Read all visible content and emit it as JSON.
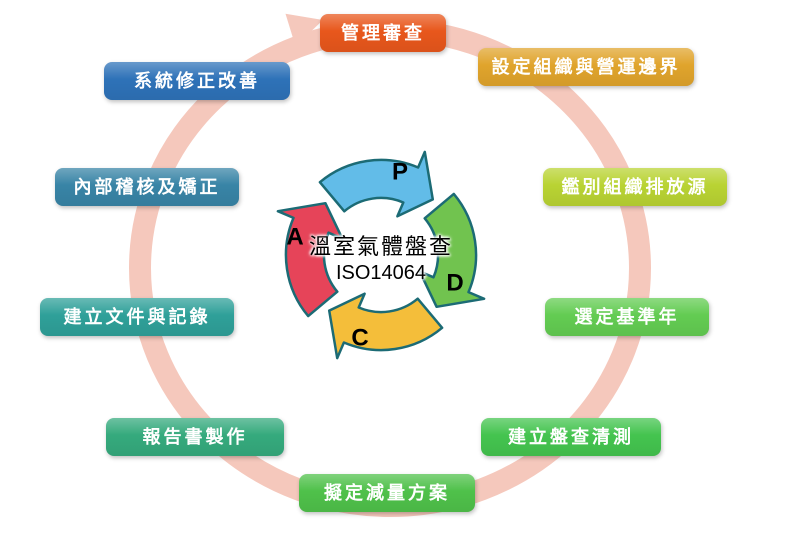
{
  "diagram": {
    "center": {
      "title": "溫室氣體盤查",
      "subtitle": "ISO14064",
      "pdca": {
        "p_label": "P",
        "d_label": "D",
        "c_label": "C",
        "a_label": "A"
      },
      "colors": {
        "plan": "#62BCE8",
        "do": "#71C34F",
        "check": "#F4BE3A",
        "act": "#E64459",
        "outline": "#1C6B75"
      }
    },
    "ring": {
      "color": "#F5C8BC"
    },
    "steps": [
      {
        "label": "管理審查",
        "color": "#E8571C"
      },
      {
        "label": "設定組織與營運邊界",
        "color": "#E0A42C"
      },
      {
        "label": "鑑別組織排放源",
        "color": "#B9D333"
      },
      {
        "label": "選定基準年",
        "color": "#63CC52"
      },
      {
        "label": "建立盤查清測",
        "color": "#44C44F"
      },
      {
        "label": "擬定減量方案",
        "color": "#4FC14A"
      },
      {
        "label": "報告書製作",
        "color": "#35AA7D"
      },
      {
        "label": "建立文件與記錄",
        "color": "#2FA099"
      },
      {
        "label": "內部稽核及矯正",
        "color": "#3884A6"
      },
      {
        "label": "系統修正改善",
        "color": "#2E72B8"
      }
    ]
  }
}
